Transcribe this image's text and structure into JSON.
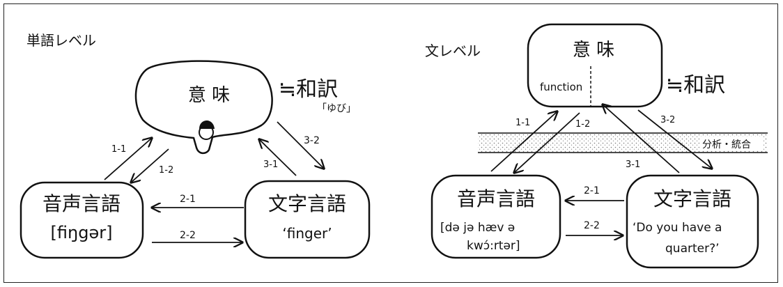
{
  "left": {
    "title": "単語レベル",
    "meaning": "意 味",
    "translation": "≒和訳",
    "translation_example": "「ゆび」",
    "spoken": "音声言語",
    "spoken_example": "[fiŋgər]",
    "written": "文字言語",
    "written_example": "‘finger’",
    "arrows": [
      "1-1",
      "1-2",
      "2-1",
      "2-2",
      "3-1",
      "3-2"
    ]
  },
  "right": {
    "title": "文レベル",
    "meaning": "意 味",
    "function_label": "function",
    "translation": "≒和訳",
    "band_label": "分析・統合",
    "spoken": "音声言語",
    "spoken_example_line1": "[də jə hæv ə",
    "spoken_example_line2": "kwɔ́:rtər]",
    "written": "文字言語",
    "written_example_line1": "‘Do you have a",
    "written_example_line2": "quarter?’",
    "arrows": [
      "1-1",
      "1-2",
      "2-1",
      "2-2",
      "3-1",
      "3-2"
    ]
  },
  "colors": {
    "ink": "#111111",
    "frame": "#222222",
    "band_dots": "#777777"
  }
}
